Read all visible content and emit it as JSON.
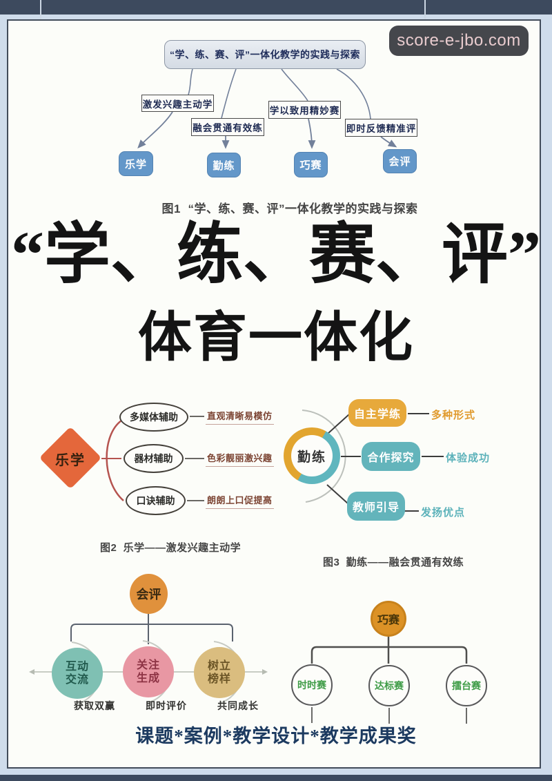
{
  "watermark": {
    "text": "score-e-jbo.com"
  },
  "figure1": {
    "title": "“学、练、赛、评”一体化教学的实践与探索",
    "branches": [
      {
        "label": "激发兴趣主动学",
        "node": "乐学"
      },
      {
        "label": "融会贯通有效练",
        "node": "勤练"
      },
      {
        "label": "学以致用精妙赛",
        "node": "巧赛"
      },
      {
        "label": "即时反馈精准评",
        "node": "会评"
      }
    ],
    "caption": "图1  “学、练、赛、评”一体化教学的实践与探索"
  },
  "main_title": {
    "line1": "“学、练、赛、评”",
    "line2": "体育一体化"
  },
  "figure2": {
    "root": "乐学",
    "items": [
      {
        "node": "多媒体辅助",
        "desc": "直观清晰易模仿"
      },
      {
        "node": "器材辅助",
        "desc": "色彩靓丽激兴趣"
      },
      {
        "node": "口诀辅助",
        "desc": "朗朗上口促提高"
      }
    ],
    "caption": "图2  乐学——激发兴趣主动学"
  },
  "figure3": {
    "root": "勤练",
    "items": [
      {
        "node": "自主学练",
        "desc": "多种形式"
      },
      {
        "node": "合作探究",
        "desc": "体验成功"
      },
      {
        "node": "教师引导",
        "desc": "发扬优点"
      }
    ],
    "caption": "图3  勤练——融会贯通有效练"
  },
  "figure4": {
    "root": "会评",
    "items": [
      {
        "node": "互动\n交流",
        "desc": "获取双赢"
      },
      {
        "node": "关注\n生成",
        "desc": "即时评价"
      },
      {
        "node": "树立\n榜样",
        "desc": "共同成长"
      }
    ]
  },
  "figure5": {
    "root": "巧赛",
    "items": [
      {
        "node": "时时赛"
      },
      {
        "node": "达标赛"
      },
      {
        "node": "擂台赛"
      }
    ]
  },
  "footer": {
    "text": "课题*案例*教学设计*教学成果奖"
  },
  "colors": {
    "frame_bar": "#3d4a5e",
    "page_margin": "#cfdceb",
    "node_blue": "#6397c9",
    "diamond_orange": "#e4673b",
    "bracket_red": "#b5534f",
    "ring_orange": "#e2a52f",
    "ring_teal": "#5fb6be",
    "circle_teal": "#7fc0b3",
    "circle_pink": "#e897a3",
    "circle_tan": "#dabd7f",
    "competition_green": "#3f9c47",
    "footer_navy": "#1c3a60"
  }
}
